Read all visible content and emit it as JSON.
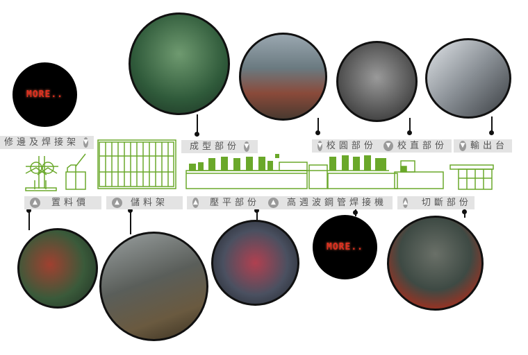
{
  "more_label": "MORE..",
  "top_labels": {
    "trim": "修邊及焊接架",
    "forming": "成型部份",
    "sizing": "校圓部份",
    "straightening": "校直部份",
    "output": "輸出台"
  },
  "bottom_labels": {
    "feeding": "置料價",
    "storage": "儲料架",
    "flattening": "壓平部份",
    "welder": "高週波鋼管焊接機",
    "cutting": "切斷部份"
  },
  "colors": {
    "machine": "#6aa82a",
    "label_bg": "#e3e3e3"
  }
}
